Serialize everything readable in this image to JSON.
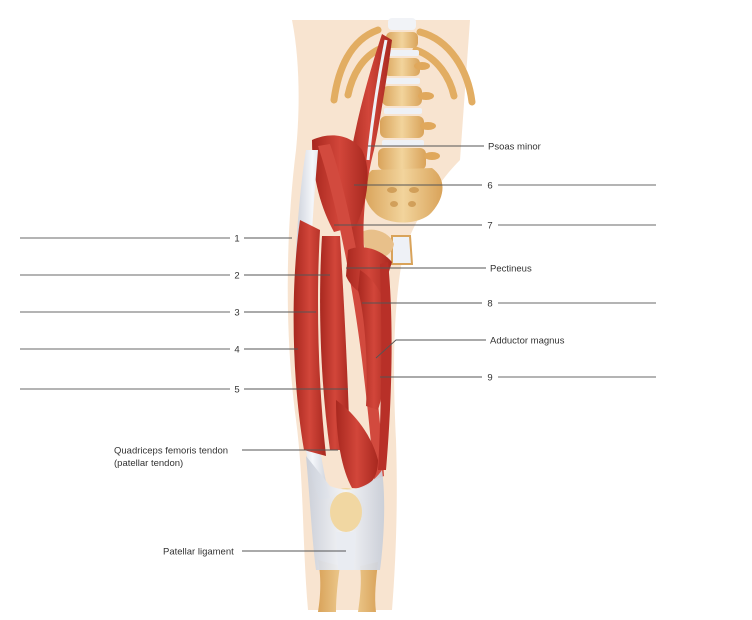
{
  "figure": {
    "labels": {
      "psoas_minor": "Psoas minor",
      "pectineus": "Pectineus",
      "adductor_magnus": "Adductor magnus",
      "quadriceps_tendon_line1": "Quadriceps femoris tendon",
      "quadriceps_tendon_line2": "(patellar tendon)",
      "patellar_ligament": "Patellar ligament"
    },
    "numbers": {
      "n1": "1",
      "n2": "2",
      "n3": "3",
      "n4": "4",
      "n5": "5",
      "n6": "6",
      "n7": "7",
      "n8": "8",
      "n9": "9"
    },
    "colors": {
      "muscle": "#c8342c",
      "muscle_dark": "#9e2620",
      "bone": "#e6b874",
      "bone_light": "#f3dcae",
      "tendon": "#dfe3ea",
      "skin": "#f6dcc3"
    }
  }
}
